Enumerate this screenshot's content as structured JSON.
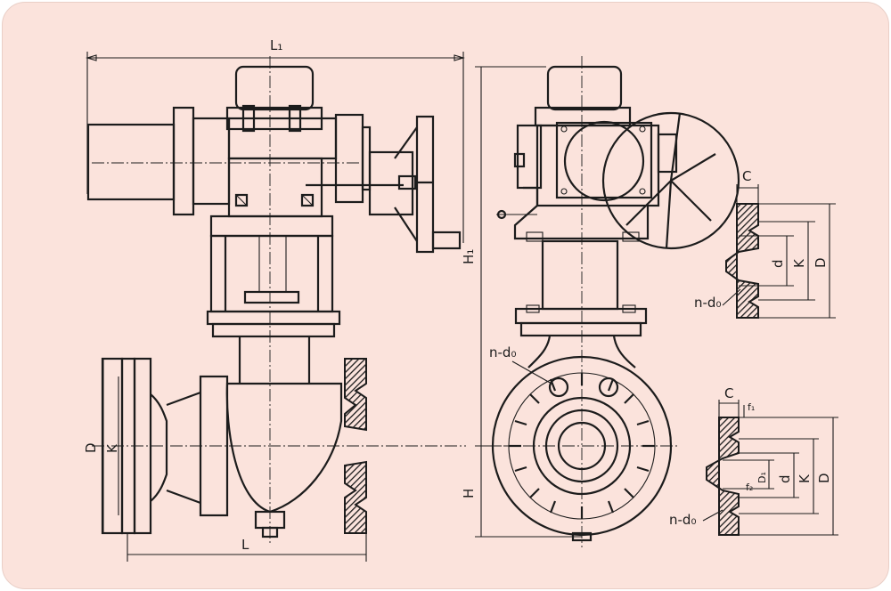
{
  "labels": {
    "L1": "L₁",
    "L": "L",
    "D": "D",
    "K": "K",
    "H": "H",
    "H1": "H₁",
    "nd0": "n-d₀",
    "nd0_b": "n-d₀",
    "nd0_c": "n-d₀",
    "C1": "C",
    "d1": "d",
    "K1": "K",
    "D_1": "D",
    "C2": "C",
    "f1": "f₁",
    "D1": "D₁",
    "f2": "f₂",
    "d2": "d",
    "K2": "K",
    "D_2": "D"
  },
  "colors": {
    "background": "#fbe3dc",
    "line": "#1c1c1c"
  }
}
